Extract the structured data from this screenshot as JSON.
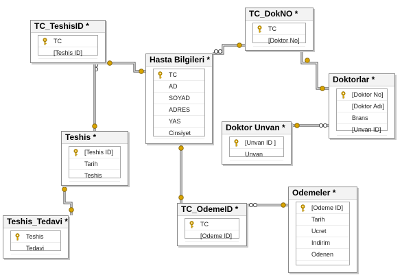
{
  "tables": {
    "tc_teshisid": {
      "title": "TC_TeshisID *",
      "columns": [
        "TC",
        "[Teshis ID]"
      ],
      "key_rows": [
        0
      ]
    },
    "tc_dokno": {
      "title": "TC_DokNO *",
      "columns": [
        "TC",
        "[Doktor No]"
      ],
      "key_rows": [
        0
      ]
    },
    "hasta_bilgileri": {
      "title": "Hasta Bilgileri *",
      "columns": [
        "TC",
        "AD",
        "SOYAD",
        "ADRES",
        "YAS",
        "Cinsiyet"
      ],
      "key_rows": [
        0
      ]
    },
    "doktorlar": {
      "title": "Doktorlar *",
      "columns": [
        "[Doktor No]",
        "[Doktor Adı]",
        "Brans",
        "[Unvan ID]"
      ],
      "key_rows": [
        0
      ]
    },
    "doktor_unvan": {
      "title": "Doktor Unvan *",
      "columns": [
        "[Unvan ID ]",
        "Unvan"
      ],
      "key_rows": [
        0
      ]
    },
    "teshis": {
      "title": "Teshis *",
      "columns": [
        "[Teshis ID]",
        "Tarih",
        "Teshis"
      ],
      "key_rows": [
        0
      ]
    },
    "teshis_tedavi": {
      "title": "Teshis_Tedavi *",
      "columns": [
        "Teshis",
        "Tedavi"
      ],
      "key_rows": [
        0
      ]
    },
    "tc_odemeid": {
      "title": "TC_OdemeID *",
      "columns": [
        "TC",
        "[Odeme ID]"
      ],
      "key_rows": [
        0
      ]
    },
    "odemeler": {
      "title": "Odemeler *",
      "columns": [
        "[Odeme ID]",
        "Tarih",
        "Ucret",
        "Indirim",
        "Odenen"
      ],
      "key_rows": [
        0
      ]
    }
  },
  "relationships": [
    {
      "from": "tc_teshisid",
      "to": "hasta_bilgileri",
      "from_end": "many",
      "to_end": "one"
    },
    {
      "from": "tc_dokno",
      "to": "hasta_bilgileri",
      "from_end": "many",
      "to_end": "one"
    },
    {
      "from": "tc_dokno",
      "to": "doktorlar",
      "from_end": "many",
      "to_end": "one"
    },
    {
      "from": "doktorlar",
      "to": "doktor_unvan",
      "from_end": "many",
      "to_end": "one"
    },
    {
      "from": "tc_teshisid",
      "to": "teshis",
      "from_end": "many",
      "to_end": "one"
    },
    {
      "from": "teshis",
      "to": "teshis_tedavi",
      "from_end": "one",
      "to_end": "one"
    },
    {
      "from": "tc_odemeid",
      "to": "hasta_bilgileri",
      "from_end": "many",
      "to_end": "one"
    },
    {
      "from": "tc_odemeid",
      "to": "odemeler",
      "from_end": "many",
      "to_end": "one"
    }
  ],
  "colors": {
    "key": "#d9a400",
    "line": "#555555",
    "header": "#f3f3f3",
    "border": "#8a8a8a"
  },
  "icons": {
    "primary_key": "key-icon",
    "one_end": "key-icon",
    "many_end": "infinity-icon"
  }
}
